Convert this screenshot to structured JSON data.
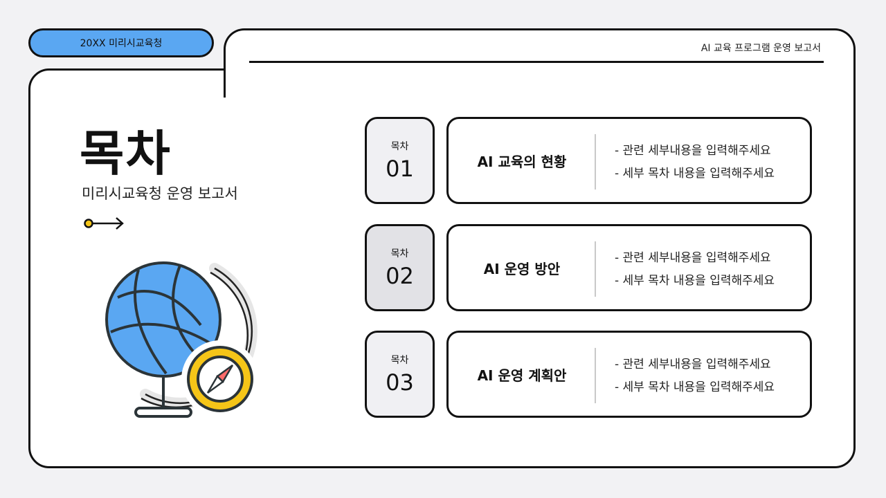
{
  "header": {
    "tag": "20XX 미리시교육청",
    "report_title": "AI 교육 프로그램 운영 보고서"
  },
  "toc": {
    "title": "목차",
    "subtitle": "미리시교육청 운영 보고서"
  },
  "colors": {
    "accent_blue": "#5aa7f2",
    "accent_yellow": "#f5c518",
    "outline": "#111111"
  },
  "items": [
    {
      "label": "목차",
      "number": "01",
      "title": "AI 교육의 현황",
      "details": [
        "- 관련 세부내용을 입력해주세요",
        "- 세부 목차 내용을 입력해주세요"
      ]
    },
    {
      "label": "목차",
      "number": "02",
      "title": "AI 운영 방안",
      "details": [
        "- 관련 세부내용을 입력해주세요",
        "- 세부 목차 내용을 입력해주세요"
      ]
    },
    {
      "label": "목차",
      "number": "03",
      "title": "AI 운영 계획안",
      "details": [
        "- 관련 세부내용을 입력해주세요",
        "- 세부 목차 내용을 입력해주세요"
      ]
    }
  ],
  "icons": {
    "arrow": "arrow-right-icon",
    "globe": "globe-compass-icon"
  }
}
